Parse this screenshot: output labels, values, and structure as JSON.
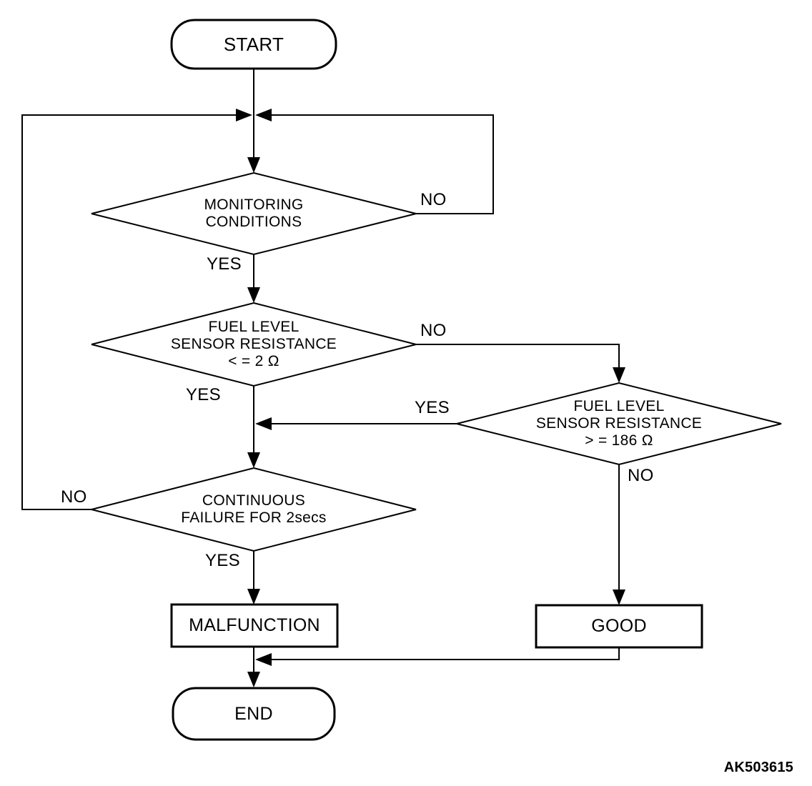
{
  "diagram": {
    "background": "#ffffff",
    "line_color": "#000000",
    "nodes": {
      "start": {
        "label": "START"
      },
      "monitoring": {
        "line1": "MONITORING",
        "line2": "CONDITIONS"
      },
      "fuel_level_low": {
        "line1": "FUEL LEVEL",
        "line2": "SENSOR RESISTANCE",
        "line3": "< = 2 Ω"
      },
      "fuel_level_high": {
        "line1": "FUEL LEVEL",
        "line2": "SENSOR RESISTANCE",
        "line3": "> = 186 Ω"
      },
      "continuous_failure": {
        "line1": "CONTINUOUS",
        "line2": "FAILURE FOR 2secs"
      },
      "malfunction": {
        "label": "MALFUNCTION"
      },
      "good": {
        "label": "GOOD"
      },
      "end": {
        "label": "END"
      }
    },
    "edge_labels": {
      "monitoring_no": "NO",
      "monitoring_yes": "YES",
      "fuel_low_no": "NO",
      "fuel_low_yes": "YES",
      "fuel_high_yes": "YES",
      "fuel_high_no": "NO",
      "continuous_no": "NO",
      "continuous_yes": "YES"
    },
    "figure_code": "AK503615"
  }
}
